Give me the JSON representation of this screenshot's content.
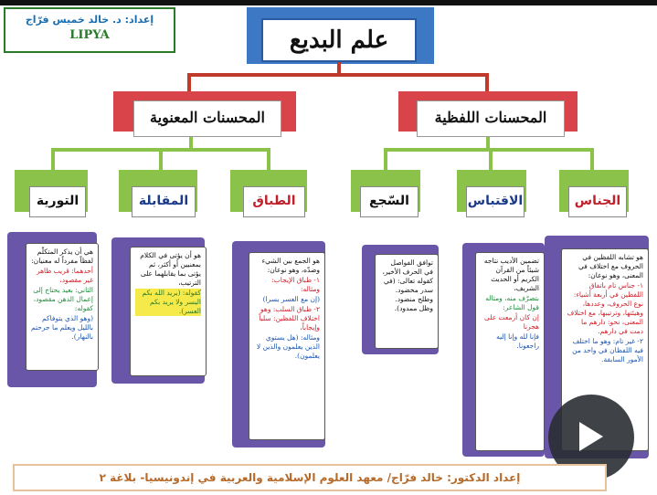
{
  "author": {
    "line1": "إعداد: د. خالد خميس فرّاج",
    "line2": "LIPYA"
  },
  "title": "علم البديع",
  "categories": {
    "left": "المحسنات المعنوية",
    "right": "المحسنات اللفظية"
  },
  "subs": {
    "tawriya": "التورية",
    "muqabala": "المقابلة",
    "tibaq": "الطباق",
    "saj": "السّجع",
    "iqtibas": "الاقتباس",
    "jinas": "الجناس"
  },
  "cards": {
    "tawriya": [
      "هي أن يذكر المتكلّم لفظاً مفرداً له معنيان:",
      "أحدهما: قريب ظاهر غير مقصود،",
      "الثاني: بعيد يحتاج إلى إعمال الذهن مقصود، كقوله:",
      "(وهو الذي يتوفاكم بالليل ويعلم ما جرحتم بالنهار)."
    ],
    "muqabala": [
      "هو أن يؤتى في الكلام بمعنيين أو أكثر، ثم يؤتى بما يقابلهما على الترتيب،",
      "كقوله: (يريد الله بكم اليسر ولا يريد بكم العسر)."
    ],
    "tibaq": [
      "هو الجمع بين الشيء وضدّه، وهو نوعان:",
      "١- طباق الإيجاب: ومثاله:",
      "(إن مع العسر يسرا)",
      "٢- طباق السلب: وهو اختلاف اللفظين: سلباً وإيجاباً،",
      "ومثاله: (هل يستوي الذين يعلمون والذين لا يعلمون)."
    ],
    "saj": [
      "توافق الفواصل في الحرف الأخير، كقوله تعالى: (في سدر مخضود. وطلح منضود. وظل ممدود)."
    ],
    "iqtibas": [
      "تضمين الأديب نتاجه شيئاً من القرآن الكريم أو الحديث الشريف،",
      "بتصرّف منه، ومثاله قول الشاعر:",
      "إن كان أزمعت على هجرنا",
      "فإنا لله وإنا إليه راجعونا."
    ],
    "jinas": [
      "هو تشابه اللفظين في الحروف مع اختلاف في المعنى، وهو نوعان:",
      "١- جناس تام باتفاق اللفظين في أربعة أشياء: نوع الحروف، وعددها، وهيئتها، وترتيبها، مع اختلاف المعنى، نحو: دارهم ما دمت في دارهم.",
      "٢- غير تام: وهو ما اختلف فيه اللفظان في واحد من الأمور السابقة."
    ]
  },
  "footer": "إعداد الدكتور: خالد فرّاج/ معهد العلوم الإسلامية والعربية في إندونيسيا- بلاغة ٢",
  "colors": {
    "title_shadow": "#3d78c5",
    "category": "#d8444a",
    "green": "#8bc34a",
    "card_back": "#6a56a8"
  },
  "icons": {
    "overlay": "play-icon"
  }
}
